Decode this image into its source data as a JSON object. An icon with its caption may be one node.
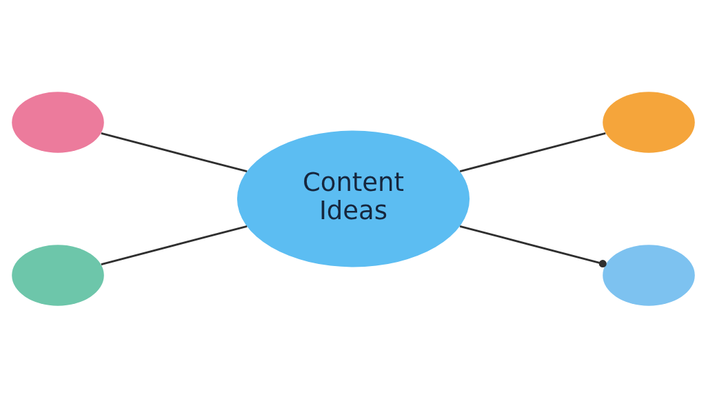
{
  "diagram": {
    "nodes": [
      {
        "text": [],
        "shape": "cloud"
      },
      {
        "text": [],
        "shape": "cloud"
      },
      {
        "text": [
          "Content Ideas"
        ]
      },
      {
        "text": [],
        "shape": "cloud"
      },
      {
        "text": [],
        "shape": "cloud"
      }
    ],
    "edges": [
      {
        "from": 2,
        "to": 0,
        "arrow": "none"
      },
      {
        "from": 2,
        "to": 1,
        "arrow": "none"
      },
      {
        "from": 2,
        "to": 3,
        "arrow": "other"
      },
      {
        "from": 2,
        "to": 4,
        "arrow": "none"
      }
    ]
  }
}
